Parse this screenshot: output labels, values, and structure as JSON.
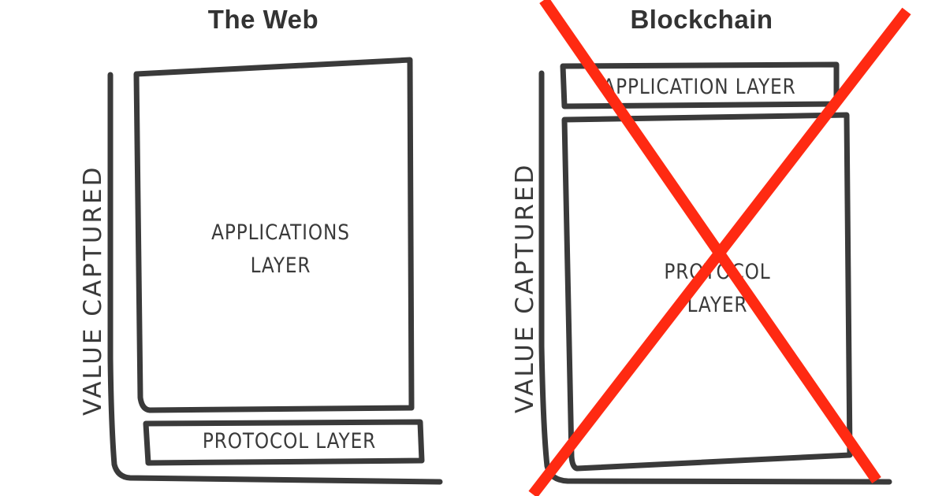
{
  "web": {
    "title": "The Web",
    "y_label": "VALUE CAPTURED",
    "applications_label": "APPLICATIONS\nLAYER",
    "protocol_label": "PROTOCOL LAYER"
  },
  "blockchain": {
    "title": "Blockchain",
    "y_label": "VALUE CAPTURED",
    "application_label": "APPLICATION LAYER",
    "protocol_label": "PROTOCOL\nLAYER",
    "cross_color": "#ff2a12"
  },
  "colors": {
    "ink": "#3a3a3a",
    "background": "#ffffff"
  }
}
